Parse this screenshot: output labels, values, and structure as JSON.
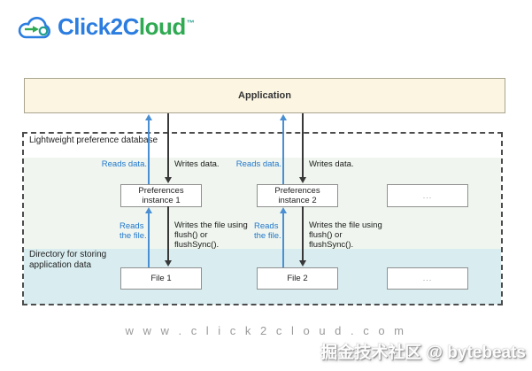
{
  "logo": {
    "brand_blue_text": "Click2C",
    "brand_green_text": "loud",
    "trademark": "™"
  },
  "app": {
    "label": "Application"
  },
  "outer": {
    "label": "Lightweight preference database"
  },
  "directory": {
    "label": "Directory for storing\napplication data"
  },
  "columns": [
    {
      "reads_data": "Reads data.",
      "writes_data": "Writes data.",
      "pref": "Preferences\ninstance 1",
      "reads_file": "Reads\nthe file.",
      "writes_file": "Writes the file using\nflush() or\nflushSync().",
      "file": "File 1"
    },
    {
      "reads_data": "Reads data.",
      "writes_data": "Writes data.",
      "pref": "Preferences\ninstance 2",
      "reads_file": "Reads\nthe file.",
      "writes_file": "Writes the file using\nflush() or\nflushSync().",
      "file": "File 2"
    },
    {
      "pref": "...",
      "file": "..."
    }
  ],
  "footer": {
    "website": "w w w . c l i c k 2 c l o u d . c o m",
    "watermark": "掘金技术社区 @ bytebeats"
  },
  "colors": {
    "brand_blue": "#2b7de0",
    "brand_green": "#2faa52",
    "teal": "#1e9e8e",
    "app_box_fill": "#fbf5e2",
    "band_green": "#f0f6ef",
    "band_cyan": "#d9edf0",
    "arrow_blue": "#4a8fd3",
    "arrow_dark": "#383838",
    "label_blue": "#2277cc"
  }
}
